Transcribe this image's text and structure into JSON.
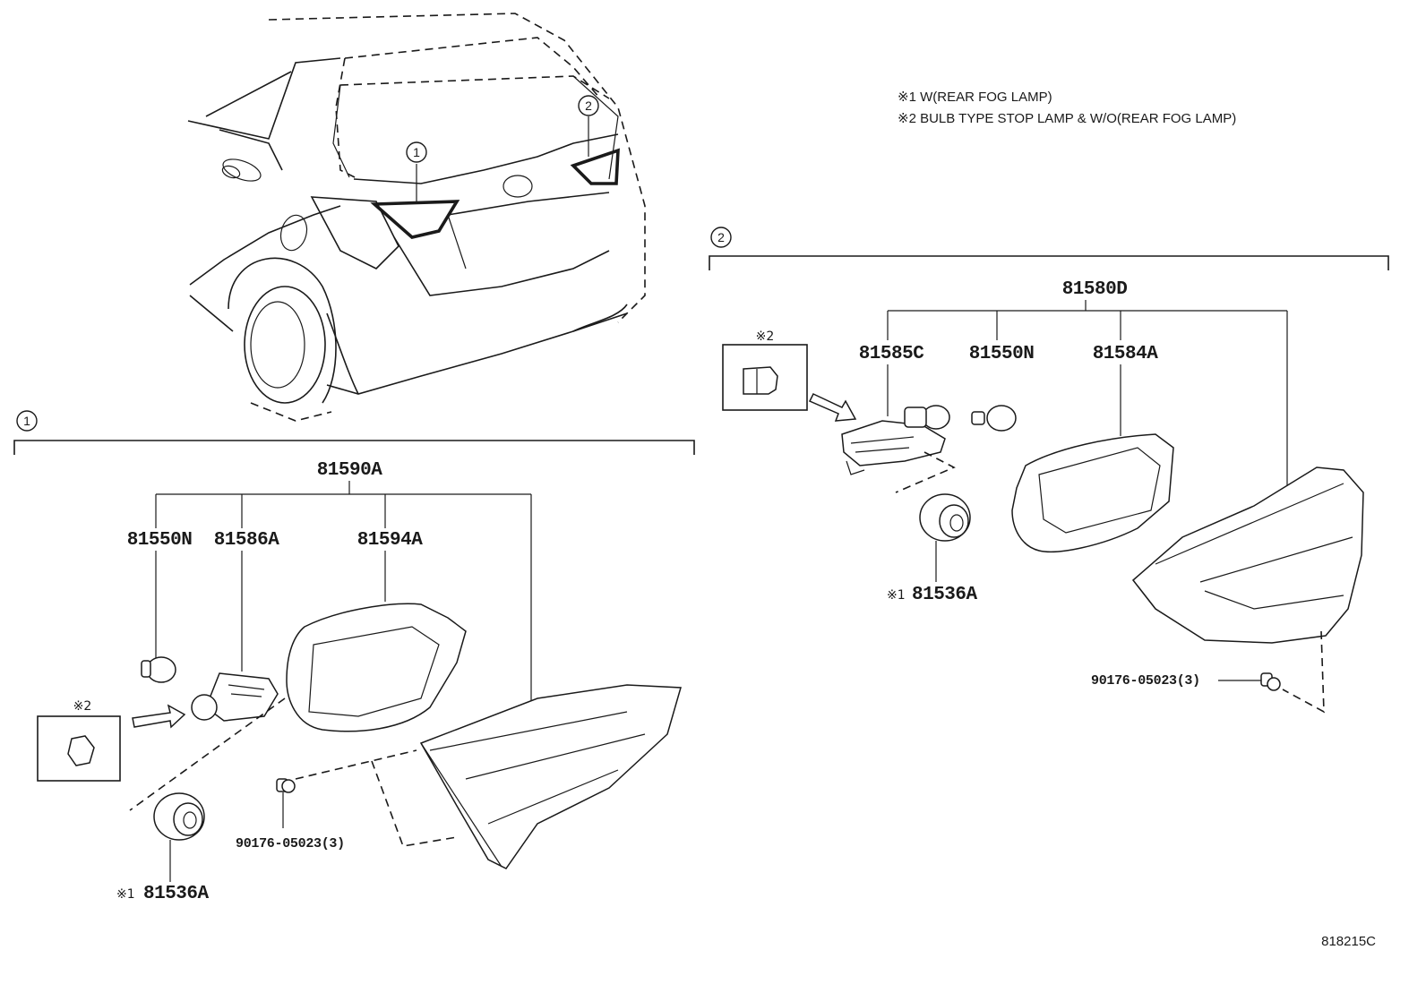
{
  "notes": {
    "note1": "※1 W(REAR FOG LAMP)",
    "note2": "※2 BULB TYPE STOP LAMP & W/O(REAR FOG LAMP)"
  },
  "callouts": {
    "one": "1",
    "two": "2"
  },
  "group1": {
    "index": "1",
    "assembly": "81590A",
    "parts": {
      "bulb": "81550N",
      "socket": "81586A",
      "gasket": "81594A",
      "screw": "90176-05023(3)",
      "fog_socket": "81536A"
    },
    "mark1": "※1",
    "mark2": "※2"
  },
  "group2": {
    "index": "2",
    "assembly": "81580D",
    "parts": {
      "socket": "81585C",
      "bulb": "81550N",
      "gasket": "81584A",
      "screw": "90176-05023(3)",
      "fog_socket": "81536A"
    },
    "mark1": "※1",
    "mark2": "※2"
  },
  "diagram_code": "818215C"
}
